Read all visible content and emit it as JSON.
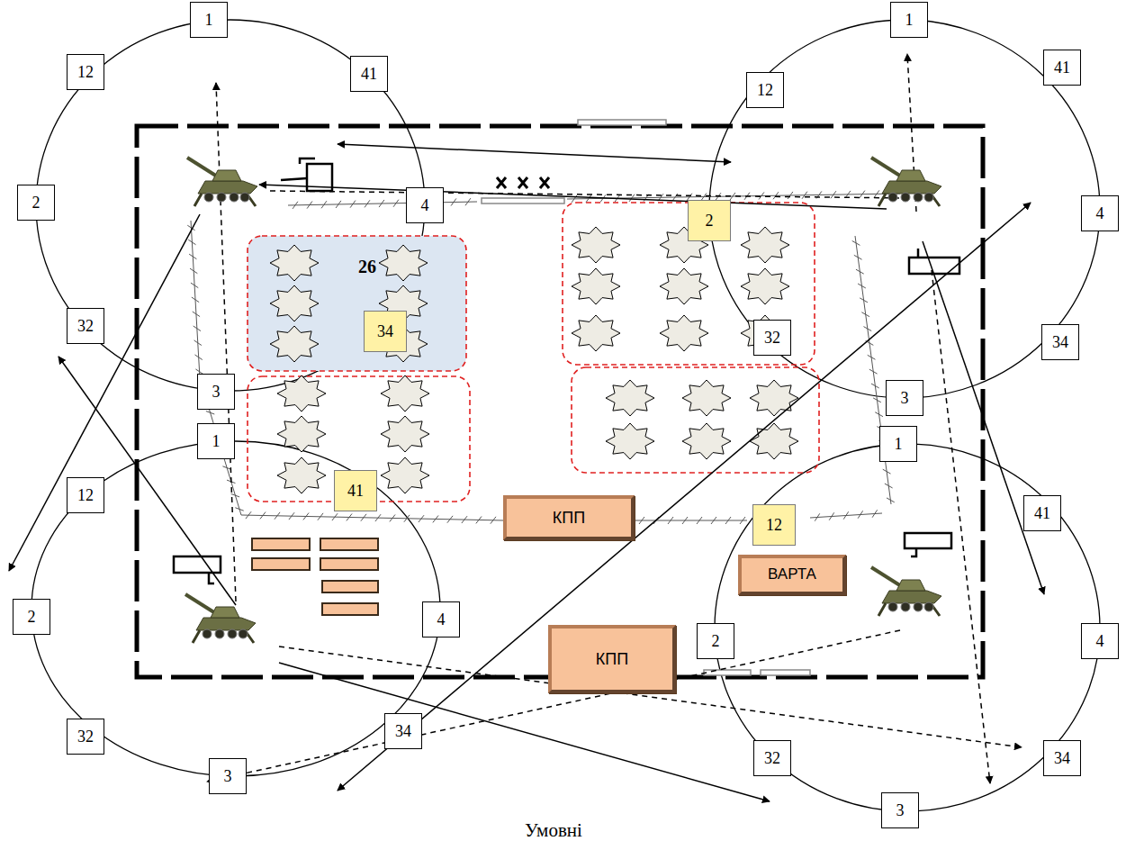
{
  "diagram": {
    "nodes": [
      {
        "text": [
          "1"
        ]
      },
      {
        "text": [
          "41"
        ]
      },
      {
        "text": [
          "12"
        ]
      },
      {
        "text": [
          "2"
        ]
      },
      {
        "text": [
          "4"
        ]
      },
      {
        "text": [
          "34"
        ]
      },
      {
        "text": [
          "32"
        ]
      },
      {
        "text": [
          "3"
        ]
      },
      {
        "text": [
          "1"
        ]
      },
      {
        "text": [
          "41"
        ]
      },
      {
        "text": [
          "12"
        ]
      },
      {
        "text": [
          "2"
        ]
      },
      {
        "text": [
          "4"
        ]
      },
      {
        "text": [
          "32"
        ]
      },
      {
        "text": [
          "34"
        ]
      },
      {
        "text": [
          "3"
        ]
      },
      {
        "text": [
          "1"
        ]
      },
      {
        "text": [
          "41"
        ]
      },
      {
        "text": [
          "12"
        ]
      },
      {
        "text": [
          "2"
        ]
      },
      {
        "text": [
          "4"
        ]
      },
      {
        "text": [
          "34"
        ]
      },
      {
        "text": [
          "32"
        ]
      },
      {
        "text": [
          "3"
        ]
      },
      {
        "text": [
          "1"
        ]
      },
      {
        "text": [
          "41"
        ]
      },
      {
        "text": [
          "12"
        ]
      },
      {
        "text": [
          "2"
        ]
      },
      {
        "text": [
          "4"
        ]
      },
      {
        "text": [
          "34"
        ]
      },
      {
        "text": [
          "32"
        ]
      },
      {
        "text": [
          "3"
        ]
      },
      {
        "text": [
          "КПП"
        ]
      },
      {
        "text": [
          "ВАРТА"
        ]
      },
      {
        "text": [
          "КПП"
        ]
      }
    ],
    "labels": [
      "26",
      "Умовні"
    ]
  }
}
